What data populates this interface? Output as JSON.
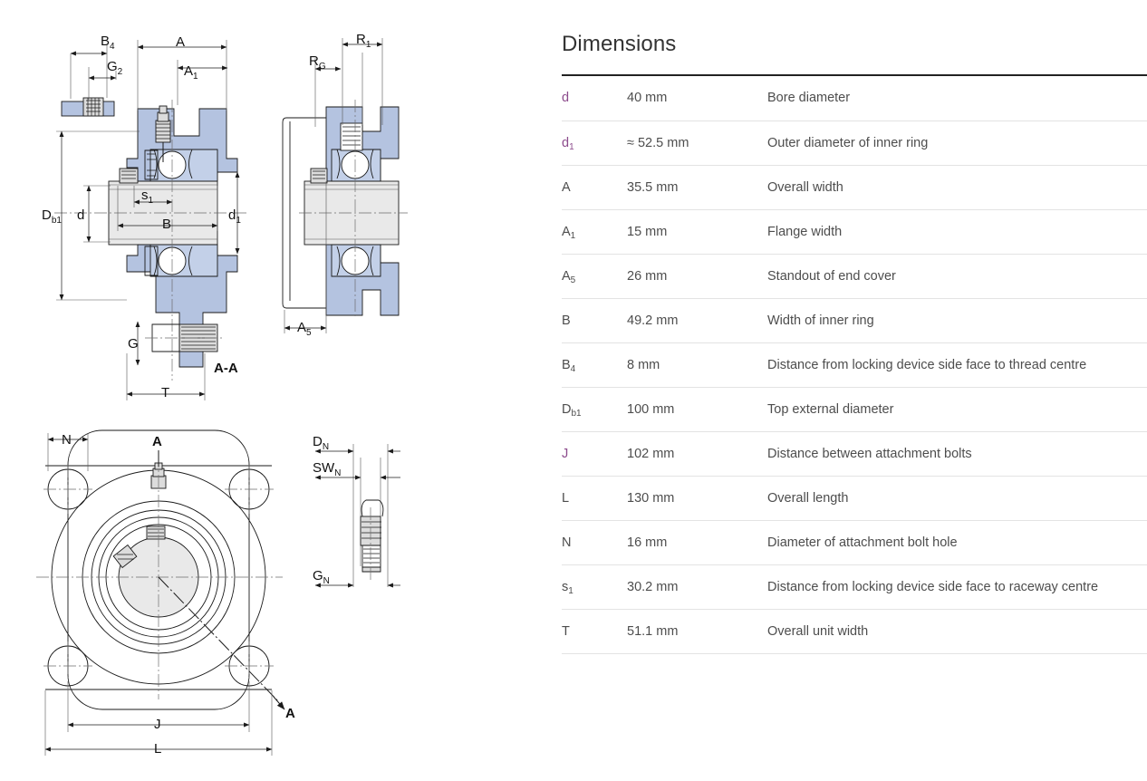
{
  "dimensions": {
    "title": "Dimensions",
    "accent_link_color": "#8c4b8c",
    "text_color": "#4d4d4d",
    "rows": [
      {
        "symbol": "d",
        "sub": "",
        "link": true,
        "value": "40 mm",
        "desc": "Bore diameter"
      },
      {
        "symbol": "d",
        "sub": "1",
        "link": true,
        "value": "≈ 52.5 mm",
        "desc": "Outer diameter of inner ring"
      },
      {
        "symbol": "A",
        "sub": "",
        "link": false,
        "value": "35.5 mm",
        "desc": "Overall width"
      },
      {
        "symbol": "A",
        "sub": "1",
        "link": false,
        "value": "15 mm",
        "desc": "Flange width"
      },
      {
        "symbol": "A",
        "sub": "5",
        "link": false,
        "value": "26 mm",
        "desc": "Standout of end cover"
      },
      {
        "symbol": "B",
        "sub": "",
        "link": false,
        "value": "49.2 mm",
        "desc": "Width of inner ring"
      },
      {
        "symbol": "B",
        "sub": "4",
        "link": false,
        "value": "8 mm",
        "desc": "Distance from locking device side face to thread centre"
      },
      {
        "symbol": "D",
        "sub": "b1",
        "link": false,
        "value": "100 mm",
        "desc": "Top external diameter"
      },
      {
        "symbol": "J",
        "sub": "",
        "link": true,
        "value": "102 mm",
        "desc": "Distance between attachment bolts"
      },
      {
        "symbol": "L",
        "sub": "",
        "link": false,
        "value": "130 mm",
        "desc": "Overall length"
      },
      {
        "symbol": "N",
        "sub": "",
        "link": false,
        "value": "16 mm",
        "desc": "Diameter of attachment bolt hole"
      },
      {
        "symbol": "s",
        "sub": "1",
        "link": false,
        "value": "30.2 mm",
        "desc": "Distance from locking device side face to raceway centre"
      },
      {
        "symbol": "T",
        "sub": "",
        "link": false,
        "value": "51.1 mm",
        "desc": "Overall unit width"
      }
    ]
  },
  "drawing": {
    "fill_blue": "#b4c3e0",
    "fill_gray": "#e8e8e8",
    "line_color": "#1a1a1a",
    "views": [
      {
        "name": "front-section-view",
        "labels": [
          {
            "text": "B",
            "sub": "4"
          },
          {
            "text": "G",
            "sub": "2"
          },
          {
            "text": "A",
            "sub": ""
          },
          {
            "text": "A",
            "sub": "1"
          },
          {
            "text": "D",
            "sub": "b1"
          },
          {
            "text": "d",
            "sub": ""
          },
          {
            "text": "s",
            "sub": "1"
          },
          {
            "text": "B",
            "sub": ""
          },
          {
            "text": "d",
            "sub": "1"
          },
          {
            "text": "G",
            "sub": ""
          },
          {
            "text": "T",
            "sub": ""
          },
          {
            "text": "A-A",
            "sub": ""
          }
        ]
      },
      {
        "name": "side-section-view",
        "labels": [
          {
            "text": "R",
            "sub": "G"
          },
          {
            "text": "R",
            "sub": "1"
          },
          {
            "text": "A",
            "sub": "5"
          }
        ]
      },
      {
        "name": "flange-face-view",
        "labels": [
          {
            "text": "N",
            "sub": ""
          },
          {
            "text": "A",
            "sub": ""
          },
          {
            "text": "A",
            "sub": ""
          },
          {
            "text": "J",
            "sub": ""
          },
          {
            "text": "L",
            "sub": ""
          }
        ]
      },
      {
        "name": "grease-nipple-detail-view",
        "labels": [
          {
            "text": "D",
            "sub": "N"
          },
          {
            "text": "SW",
            "sub": "N"
          },
          {
            "text": "G",
            "sub": "N"
          }
        ]
      }
    ]
  }
}
